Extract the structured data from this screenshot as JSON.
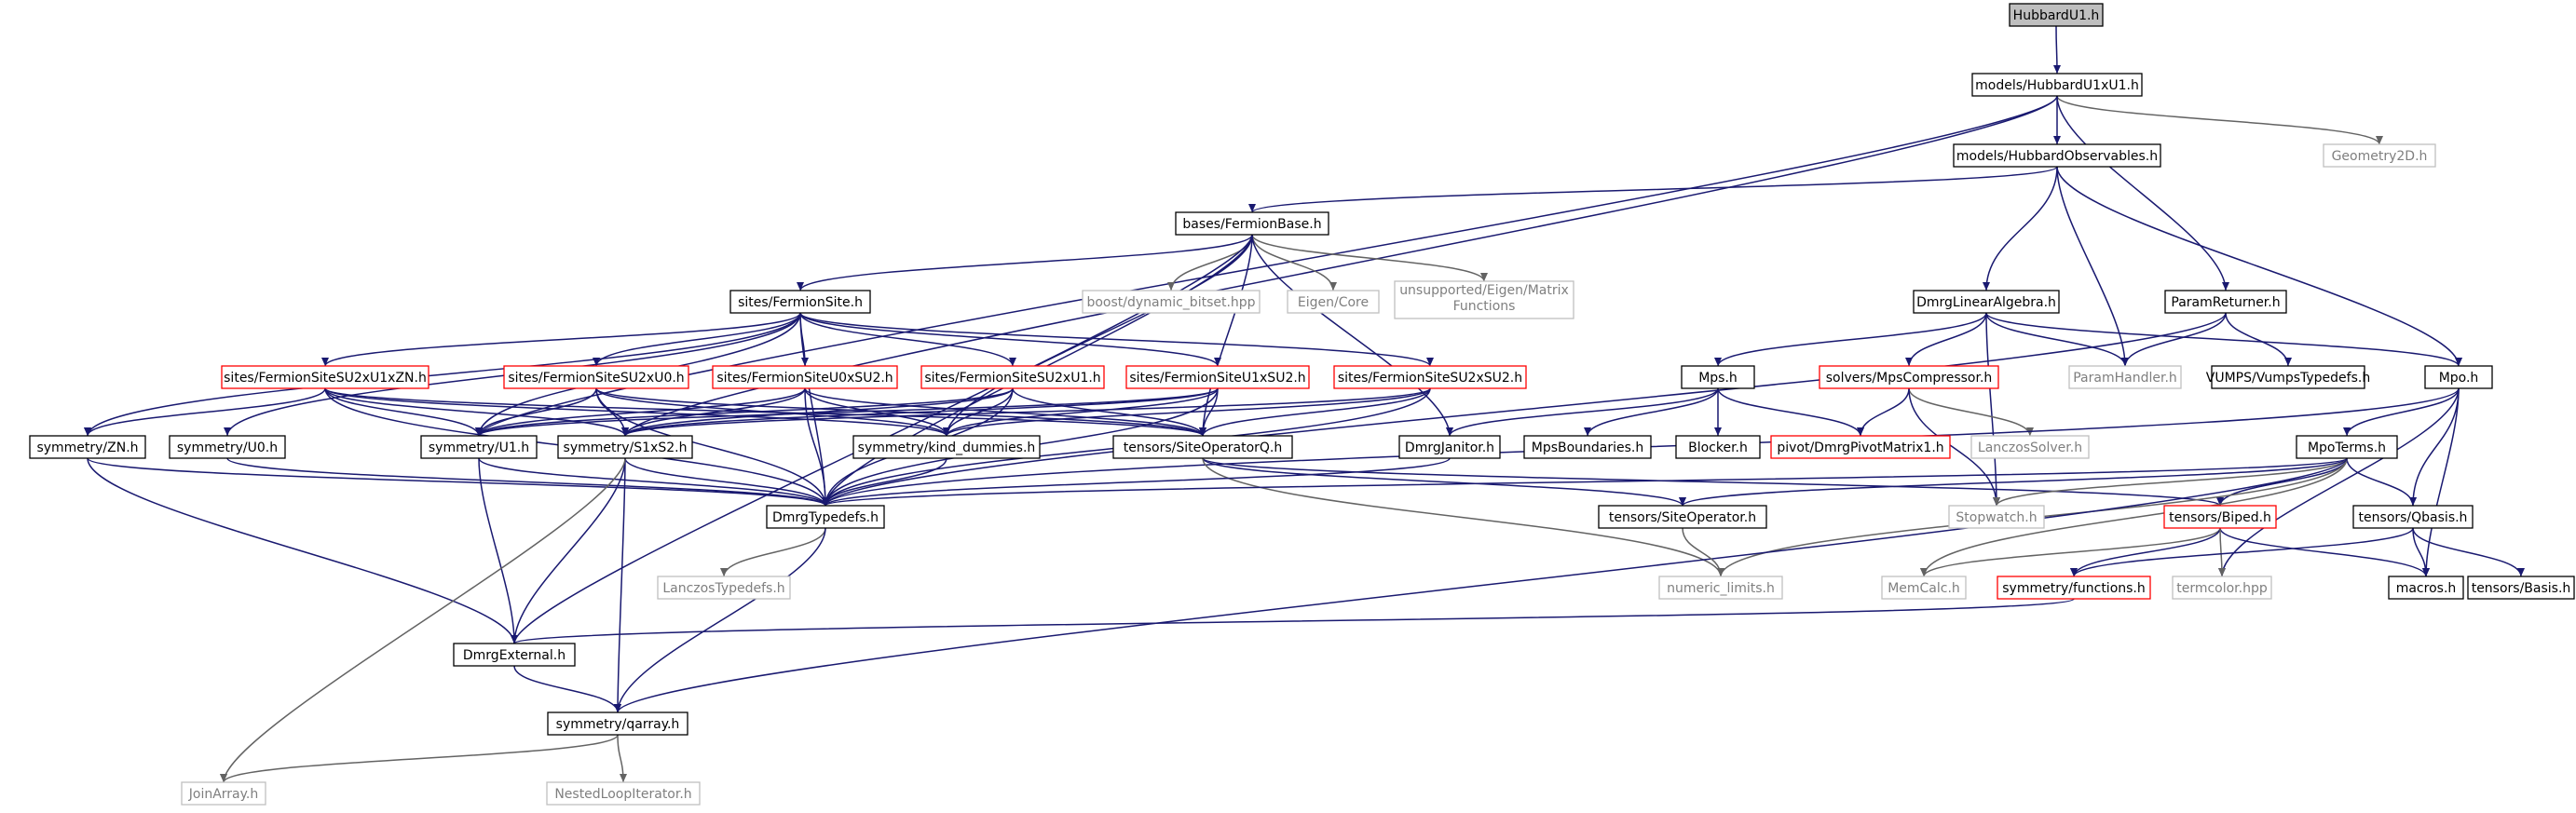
{
  "graph": {
    "colors": {
      "current_fill": "#bfbfbf",
      "edge_main": "#191970",
      "edge_missing": "#636363",
      "border_normal": "#000000",
      "border_truncated": "#ff0000",
      "border_missing": "#bfbfbf",
      "text_missing": "#7f7f7f"
    },
    "nodes": [
      {
        "id": "HubbardU1",
        "label": "HubbardU1.h",
        "style": "current"
      },
      {
        "id": "HubbardU1xU1",
        "label": "models/HubbardU1xU1.h",
        "style": "normal"
      },
      {
        "id": "Geometry2D",
        "label": "Geometry2D.h",
        "style": "missing"
      },
      {
        "id": "HubbardObservables",
        "label": "models/HubbardObservables.h",
        "style": "normal"
      },
      {
        "id": "FermionBase",
        "label": "bases/FermionBase.h",
        "style": "normal"
      },
      {
        "id": "ParamReturner",
        "label": "ParamReturner.h",
        "style": "normal"
      },
      {
        "id": "DmrgLinearAlgebra",
        "label": "DmrgLinearAlgebra.h",
        "style": "normal"
      },
      {
        "id": "FermionSite",
        "label": "sites/FermionSite.h",
        "style": "normal"
      },
      {
        "id": "dynamic_bitset",
        "label": "boost/dynamic_bitset.hpp",
        "style": "missing"
      },
      {
        "id": "EigenCore",
        "label": "Eigen/Core",
        "style": "missing"
      },
      {
        "id": "MatrixFunctions",
        "label": "unsupported/Eigen/Matrix Functions",
        "lines": [
          "unsupported/Eigen/Matrix",
          "Functions"
        ],
        "style": "missing"
      },
      {
        "id": "ParamHandler",
        "label": "ParamHandler.h",
        "style": "missing"
      },
      {
        "id": "VumpsTypedefs",
        "label": "VUMPS/VumpsTypedefs.h",
        "style": "normal"
      },
      {
        "id": "Mpo",
        "label": "Mpo.h",
        "style": "normal"
      },
      {
        "id": "SU2xU1xZN",
        "label": "sites/FermionSiteSU2xU1xZN.h",
        "style": "truncated"
      },
      {
        "id": "SU2xU0",
        "label": "sites/FermionSiteSU2xU0.h",
        "style": "truncated"
      },
      {
        "id": "U0xSU2",
        "label": "sites/FermionSiteU0xSU2.h",
        "style": "truncated"
      },
      {
        "id": "SU2xU1",
        "label": "sites/FermionSiteSU2xU1.h",
        "style": "truncated"
      },
      {
        "id": "U1xSU2",
        "label": "sites/FermionSiteU1xSU2.h",
        "style": "truncated"
      },
      {
        "id": "SU2xSU2",
        "label": "sites/FermionSiteSU2xSU2.h",
        "style": "truncated"
      },
      {
        "id": "Mps",
        "label": "Mps.h",
        "style": "normal"
      },
      {
        "id": "MpsCompressor",
        "label": "solvers/MpsCompressor.h",
        "style": "truncated"
      },
      {
        "id": "ZN",
        "label": "symmetry/ZN.h",
        "style": "normal"
      },
      {
        "id": "U0",
        "label": "symmetry/U0.h",
        "style": "normal"
      },
      {
        "id": "U1",
        "label": "symmetry/U1.h",
        "style": "normal"
      },
      {
        "id": "S1xS2",
        "label": "symmetry/S1xS2.h",
        "style": "normal"
      },
      {
        "id": "kind_dummies",
        "label": "symmetry/kind_dummies.h",
        "style": "normal"
      },
      {
        "id": "SiteOperatorQ",
        "label": "tensors/SiteOperatorQ.h",
        "style": "normal"
      },
      {
        "id": "DmrgJanitor",
        "label": "DmrgJanitor.h",
        "style": "normal"
      },
      {
        "id": "MpsBoundaries",
        "label": "MpsBoundaries.h",
        "style": "normal"
      },
      {
        "id": "Blocker",
        "label": "Blocker.h",
        "style": "normal"
      },
      {
        "id": "DmrgPivotMatrix1",
        "label": "pivot/DmrgPivotMatrix1.h",
        "style": "truncated"
      },
      {
        "id": "LanczosSolver",
        "label": "LanczosSolver.h",
        "style": "missing"
      },
      {
        "id": "MpoTerms",
        "label": "MpoTerms.h",
        "style": "normal"
      },
      {
        "id": "DmrgTypedefs",
        "label": "DmrgTypedefs.h",
        "style": "normal"
      },
      {
        "id": "SiteOperator",
        "label": "tensors/SiteOperator.h",
        "style": "normal"
      },
      {
        "id": "Stopwatch",
        "label": "Stopwatch.h",
        "style": "missing"
      },
      {
        "id": "Biped",
        "label": "tensors/Biped.h",
        "style": "truncated"
      },
      {
        "id": "Qbasis",
        "label": "tensors/Qbasis.h",
        "style": "normal"
      },
      {
        "id": "LanczosTypedefs",
        "label": "LanczosTypedefs.h",
        "style": "missing"
      },
      {
        "id": "numeric_limits",
        "label": "numeric_limits.h",
        "style": "missing"
      },
      {
        "id": "MemCalc",
        "label": "MemCalc.h",
        "style": "missing"
      },
      {
        "id": "functions",
        "label": "symmetry/functions.h",
        "style": "truncated"
      },
      {
        "id": "termcolor",
        "label": "termcolor.hpp",
        "style": "missing"
      },
      {
        "id": "macros",
        "label": "macros.h",
        "style": "normal"
      },
      {
        "id": "Basis",
        "label": "tensors/Basis.h",
        "style": "normal"
      },
      {
        "id": "DmrgExternal",
        "label": "DmrgExternal.h",
        "style": "normal"
      },
      {
        "id": "qarray",
        "label": "symmetry/qarray.h",
        "style": "normal"
      },
      {
        "id": "JoinArray",
        "label": "JoinArray.h",
        "style": "missing"
      },
      {
        "id": "NestedLoopIterator",
        "label": "NestedLoopIterator.h",
        "style": "missing"
      }
    ]
  }
}
